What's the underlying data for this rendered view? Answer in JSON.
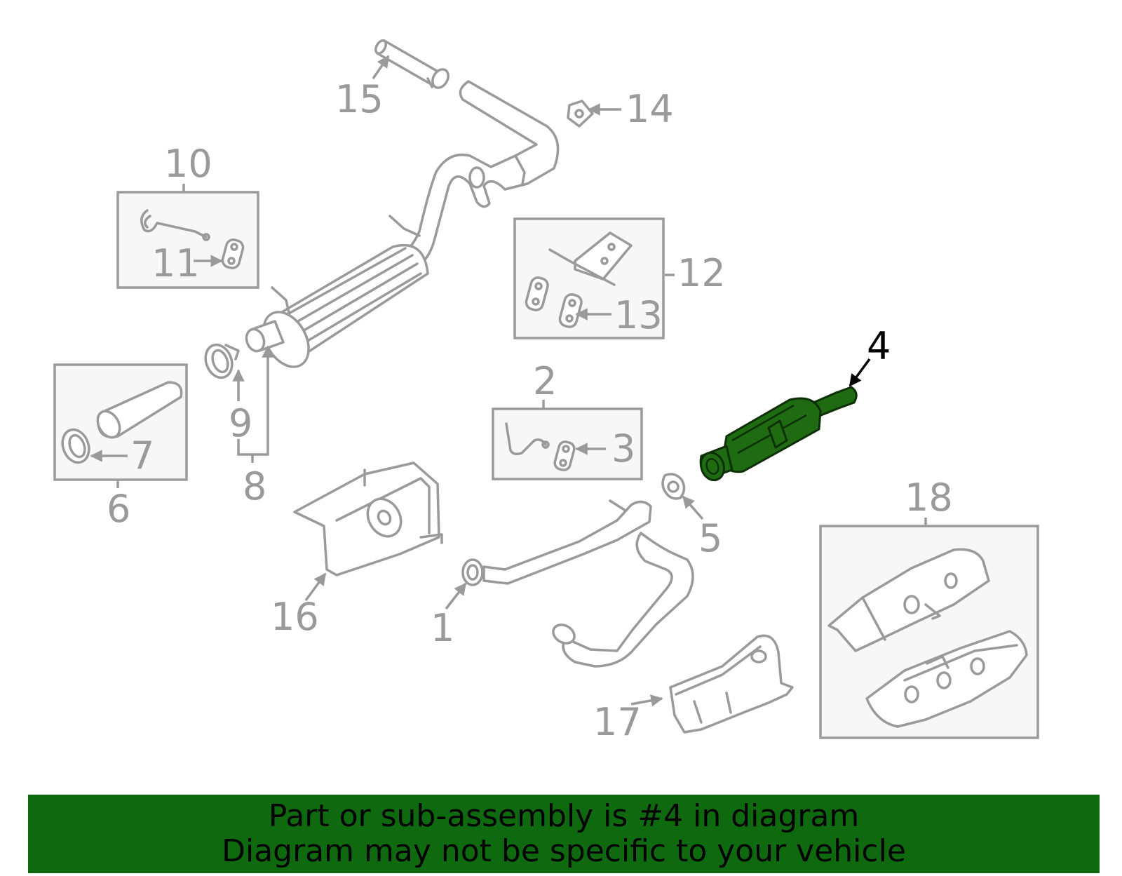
{
  "diagram": {
    "highlighted_part": "4",
    "callouts": {
      "c1": "1",
      "c2": "2",
      "c3": "3",
      "c4": "4",
      "c5": "5",
      "c6": "6",
      "c7": "7",
      "c8": "8",
      "c9": "9",
      "c10": "10",
      "c11": "11",
      "c12": "12",
      "c13": "13",
      "c14": "14",
      "c15": "15",
      "c16": "16",
      "c17": "17",
      "c18": "18"
    },
    "colors": {
      "highlight": "#1f6b12",
      "line": "#9a9a9a",
      "banner": "#0f6a0f"
    }
  },
  "banner": {
    "line1": "Part or sub-assembly is #4 in diagram",
    "line2": "Diagram may not be specific to your vehicle"
  }
}
